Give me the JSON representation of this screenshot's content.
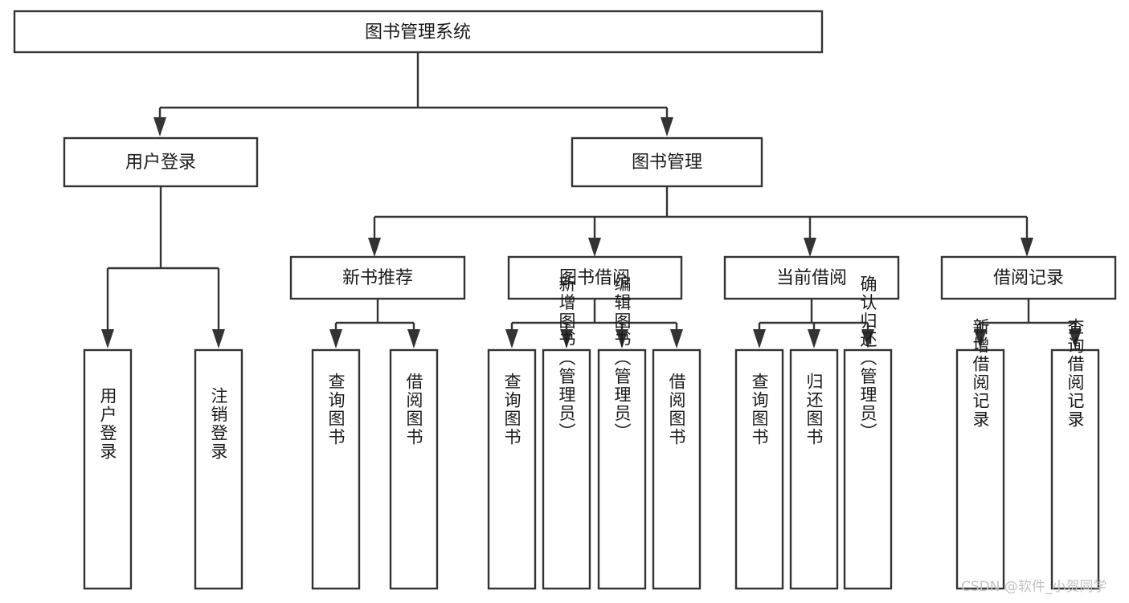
{
  "diagram": {
    "type": "tree",
    "orientation": "top-down",
    "root": {
      "label": "图书管理系统"
    },
    "level1": [
      {
        "label": "用户登录"
      },
      {
        "label": "图书管理"
      }
    ],
    "level2": [
      {
        "label": "新书推荐"
      },
      {
        "label": "图书借阅"
      },
      {
        "label": "当前借阅"
      },
      {
        "label": "借阅记录"
      }
    ],
    "leaves": {
      "user_login": [
        {
          "label": "用户登录"
        },
        {
          "label": "注销登录"
        }
      ],
      "new_book_recommend": [
        {
          "label": "查询图书"
        },
        {
          "label": "借阅图书"
        }
      ],
      "book_borrow": [
        {
          "label": "查询图书"
        },
        {
          "label": "新增图书（管理员）"
        },
        {
          "label": "编辑图书（管理员）"
        },
        {
          "label": "借阅图书"
        }
      ],
      "current_borrow": [
        {
          "label": "查询图书"
        },
        {
          "label": "归还图书"
        },
        {
          "label": "确认归还（管理员）"
        }
      ],
      "borrow_record": [
        {
          "label": "新增借阅记录"
        },
        {
          "label": "查询借阅记录"
        }
      ]
    }
  },
  "watermark": {
    "text": "CSDN @软件_小贺同学"
  },
  "colors": {
    "border": "#333333",
    "background": "#ffffff",
    "text": "#1a1a1a",
    "watermark": "#c2c2c2"
  }
}
